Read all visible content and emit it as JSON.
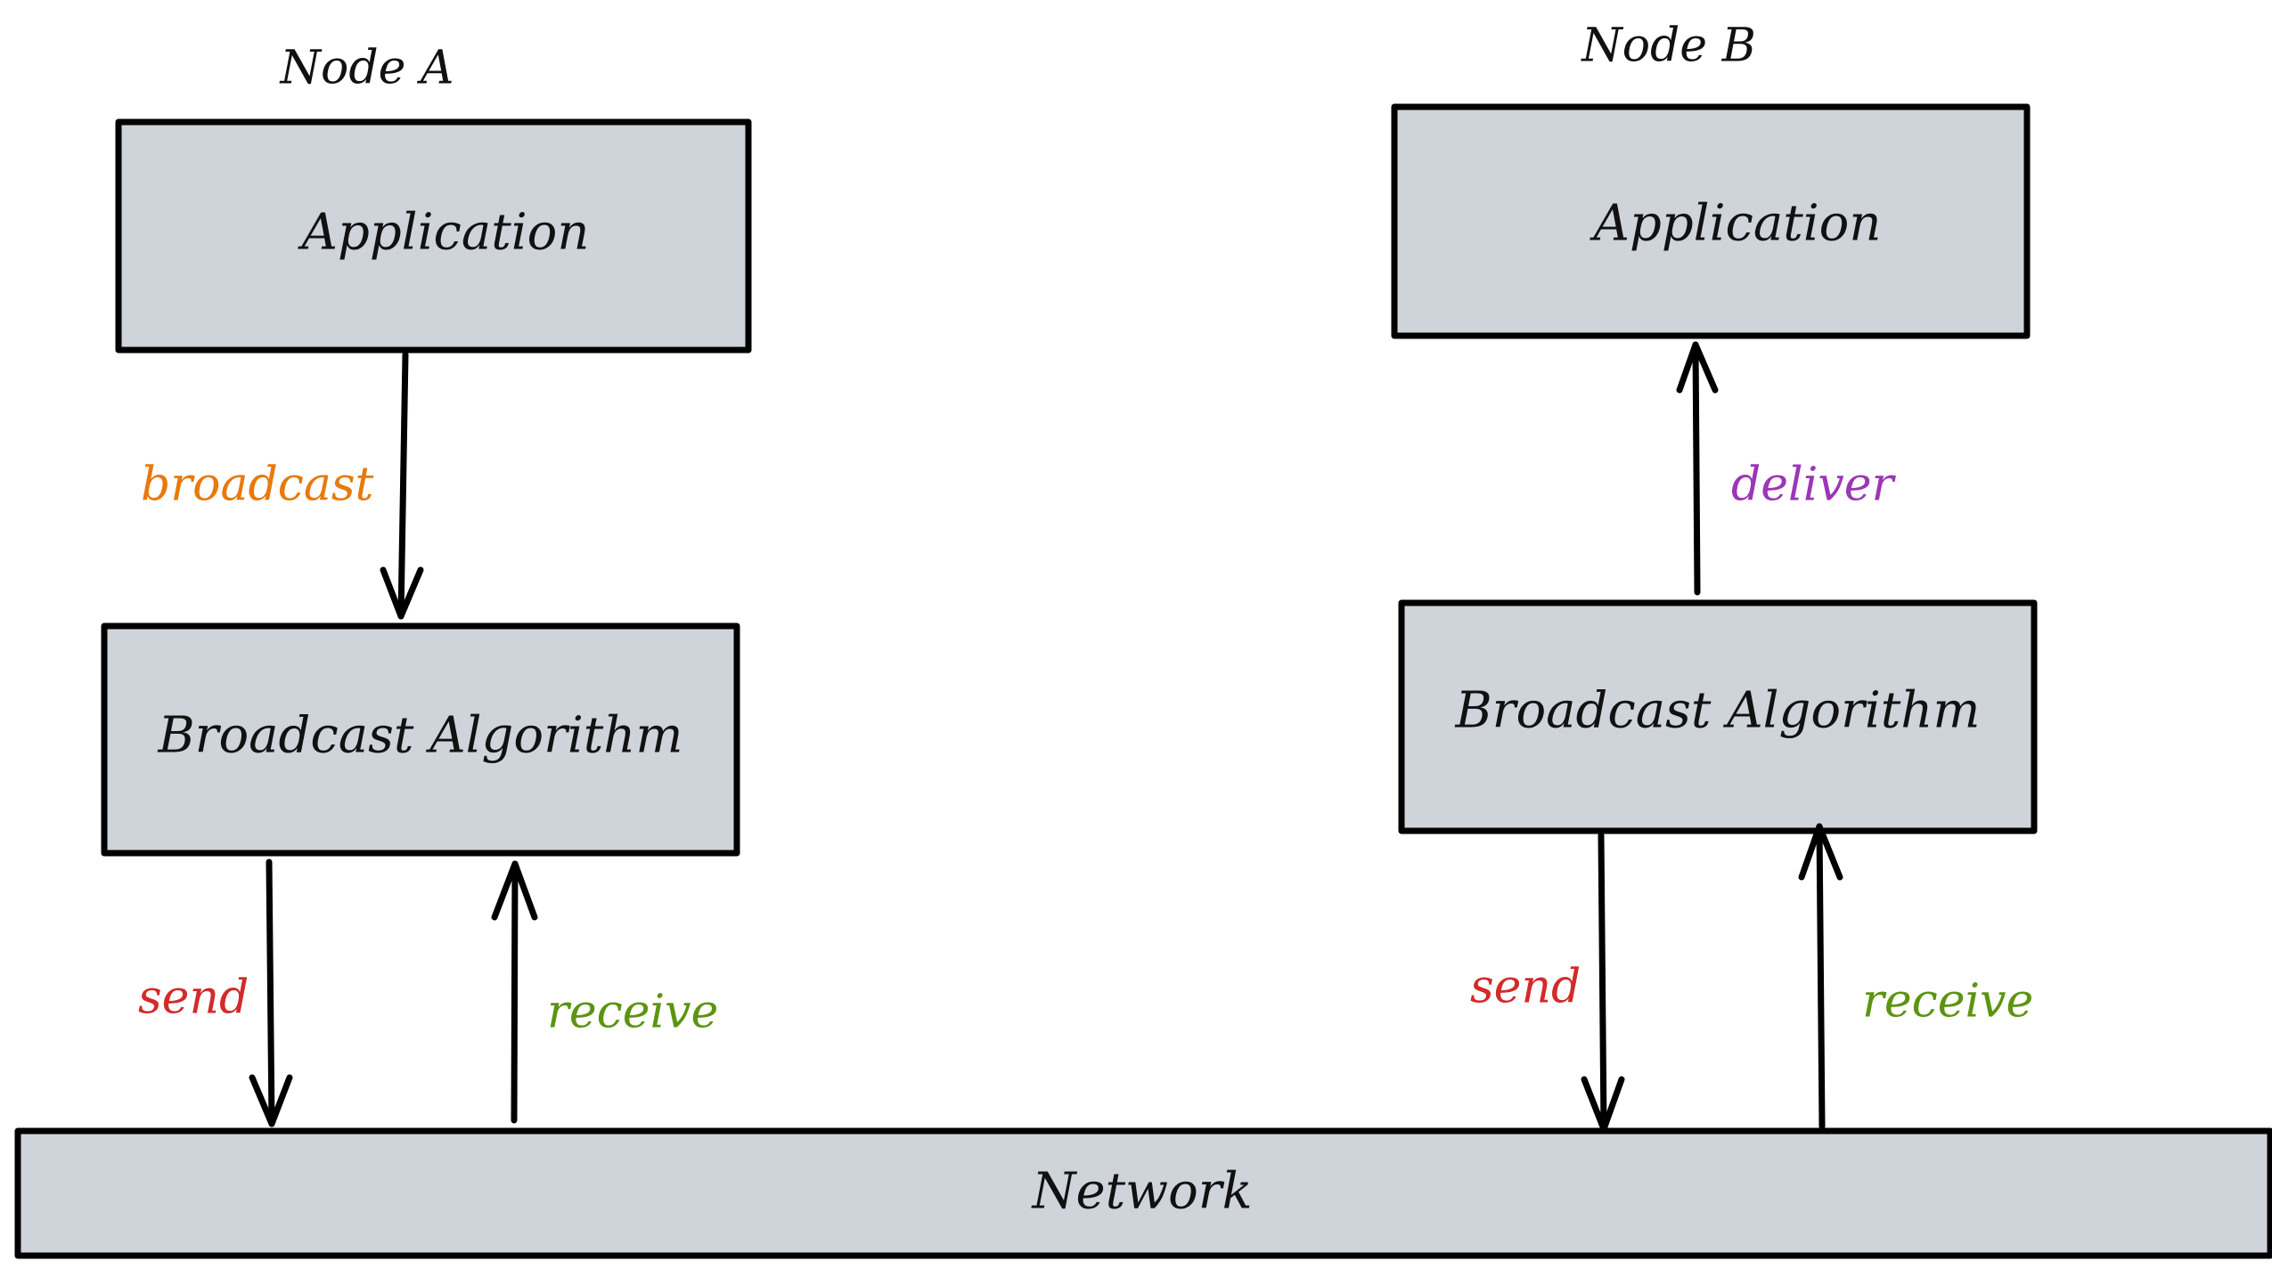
{
  "colors": {
    "box_fill": "#ced4da",
    "stroke": "#000000",
    "broadcast": "#e8790c",
    "deliver": "#9c36b5",
    "send": "#d42a2a",
    "receive": "#5c9410"
  },
  "node_a": {
    "title": "Node A",
    "application": "Application",
    "algorithm": "Broadcast Algorithm",
    "broadcast_label": "broadcast",
    "send_label": "send",
    "receive_label": "receive"
  },
  "node_b": {
    "title": "Node B",
    "application": "Application",
    "algorithm": "Broadcast Algorithm",
    "deliver_label": "deliver",
    "send_label": "send",
    "receive_label": "receive"
  },
  "network": {
    "label": "Network"
  }
}
